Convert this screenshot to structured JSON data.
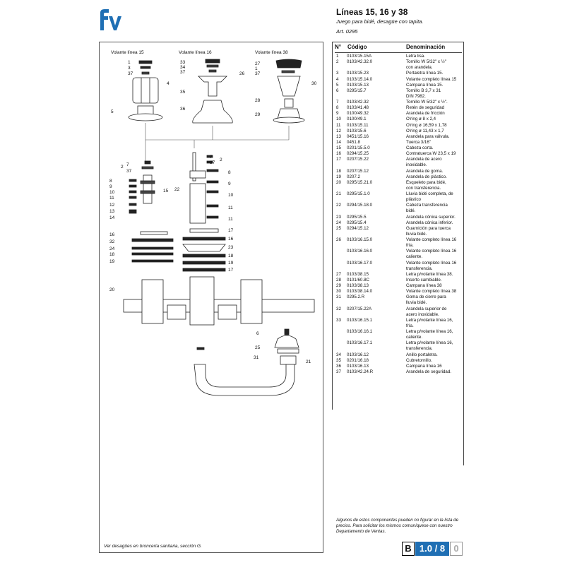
{
  "header": {
    "logo_text": "fv",
    "title": "Líneas 15, 16 y 38",
    "subtitle": "Juego para bidé, desagüe con tapita.",
    "article": "Art. 0295"
  },
  "diagram": {
    "group_labels": [
      "Volante línea 15",
      "Volante línea 16",
      "Volante línea 38"
    ],
    "callouts": [
      "1",
      "3",
      "37",
      "4",
      "5",
      "33",
      "34",
      "37",
      "26",
      "35",
      "36",
      "27",
      "1",
      "37",
      "30",
      "28",
      "29",
      "2",
      "7",
      "37",
      "8",
      "9",
      "10",
      "11",
      "12",
      "13",
      "14",
      "15",
      "22",
      "7",
      "37",
      "2",
      "8",
      "9",
      "10",
      "11",
      "11",
      "16",
      "32",
      "24",
      "18",
      "19",
      "17",
      "16",
      "23",
      "18",
      "19",
      "17",
      "20",
      "6",
      "25",
      "31",
      "21"
    ],
    "caption": "Ver desagües en broncería sanitaria, sección G.",
    "colors": {
      "line": "#555555",
      "parts": "#222222"
    }
  },
  "parts_table": {
    "headers": {
      "number": "N°",
      "code": "Código",
      "name": "Denominación"
    },
    "rows": [
      {
        "n": "1",
        "code": "0103/15.15A",
        "name": "Letra lisa."
      },
      {
        "n": "2",
        "code": "0103/42.32.0",
        "name": "Tornillo W 5/32\" x ½\"\ncon arandela."
      },
      {
        "n": "3",
        "code": "0103/15.23",
        "name": "Portaletra línea 15."
      },
      {
        "n": "4",
        "code": "0103/15.14.0",
        "name": "Volante completo línea 15"
      },
      {
        "n": "5",
        "code": "0103/15.13",
        "name": "Campana línea 15."
      },
      {
        "n": "6",
        "code": "0295/15.7",
        "name": "Tornillo B 3,7 x 31\nDIN 7982."
      },
      {
        "n": "7",
        "code": "0103/42.32",
        "name": "Tornillo W 5/32\" x ½\"."
      },
      {
        "n": "8",
        "code": "0103/41.48",
        "name": "Retén de seguridad"
      },
      {
        "n": "9",
        "code": "0100/49.32",
        "name": "Arandela de fricción"
      },
      {
        "n": "10",
        "code": "0100/49.1",
        "name": "O'ring ø 8 x 2,4"
      },
      {
        "n": "11",
        "code": "0103/15.11",
        "name": "O'ring ø 16,59 x 1,78"
      },
      {
        "n": "12",
        "code": "0103/15.6",
        "name": "O'ring ø 11,43 x 1,7"
      },
      {
        "n": "13",
        "code": "0451/15.16",
        "name": "Arandela para válvula."
      },
      {
        "n": "14",
        "code": "0451.8",
        "name": "Tuerca 3/16\""
      },
      {
        "n": "15",
        "code": "0201/15.5.0",
        "name": "Cabeza corta."
      },
      {
        "n": "16",
        "code": "0294/15.25",
        "name": "Contratuerca W 23,5 x 19"
      },
      {
        "n": "17",
        "code": "0207/15.22",
        "name": "Arandela de acero\ninoxidable."
      },
      {
        "n": "18",
        "code": "0207/15.12",
        "name": "Arandela de goma."
      },
      {
        "n": "19",
        "code": "0207.2",
        "name": "Arandela de plástico."
      },
      {
        "n": "20",
        "code": "0295/15.21.0",
        "name": "Esqueleto para bidé,\ncon transferencia."
      },
      {
        "n": "21",
        "code": "0295/15.1.0",
        "name": "Lluvia bidé completa, de\nplástico"
      },
      {
        "n": "22",
        "code": "0294/15.18.0",
        "name": "Cabeza transferencia\nbidé."
      },
      {
        "n": "23",
        "code": "0295/15.5",
        "name": "Arandela cónica superior."
      },
      {
        "n": "24",
        "code": "0295/15.4",
        "name": "Arandela cónica inferior."
      },
      {
        "n": "25",
        "code": "0294/15.12",
        "name": "Guarnición para tuerca\nlluvia bidé."
      },
      {
        "n": "26",
        "code": "0103/16.15.0",
        "name": "Volante completo línea 16\nfría."
      },
      {
        "n": "",
        "code": "0103/16.16.0",
        "name": "Volante completo línea 16\ncaliente."
      },
      {
        "n": "",
        "code": "0103/16.17.0",
        "name": "Volante completo línea 16\ntransferencia."
      },
      {
        "n": "27",
        "code": "0103/38.15",
        "name": "Letra p/volante línea 38."
      },
      {
        "n": "28",
        "code": "0101/60.8C",
        "name": "Inserto cambiable."
      },
      {
        "n": "29",
        "code": "0103/38.13",
        "name": "Campana línea 38"
      },
      {
        "n": "30",
        "code": "0103/38.14.0",
        "name": "Volante completo línea 38"
      },
      {
        "n": "31",
        "code": "0295.2.R",
        "name": "Goma de cierre para\nlluvia bidé."
      },
      {
        "n": "32",
        "code": "0207/15.22A",
        "name": "Arandela superior de\nacero inoxidable."
      },
      {
        "n": "33",
        "code": "0103/16.15.1",
        "name": "Letra p/volante línea 16,\nfría."
      },
      {
        "n": "",
        "code": "0103/16.16.1",
        "name": "Letra p/volante línea 16,\ncaliente."
      },
      {
        "n": "",
        "code": "0103/16.17.1",
        "name": "Letra p/volante línea 16,\ntransferencia."
      },
      {
        "n": "34",
        "code": "0103/16.12",
        "name": "Anillo portaletra."
      },
      {
        "n": "35",
        "code": "0201/16.18",
        "name": "Cubretornillo."
      },
      {
        "n": "36",
        "code": "0103/16.13",
        "name": "Campana línea 16"
      },
      {
        "n": "37",
        "code": "0103/42.24.R",
        "name": "Arandela de seguridad."
      }
    ]
  },
  "footnote": "Algunos de estos componentes pueden no figurar en la lista de precios. Para solicitar los mismos comuníquese con nuestro Departamento de Ventas.",
  "page_badge": {
    "section": "B",
    "page": "1.0 / 8",
    "extra": "0",
    "accent": "#1f6fb4"
  }
}
